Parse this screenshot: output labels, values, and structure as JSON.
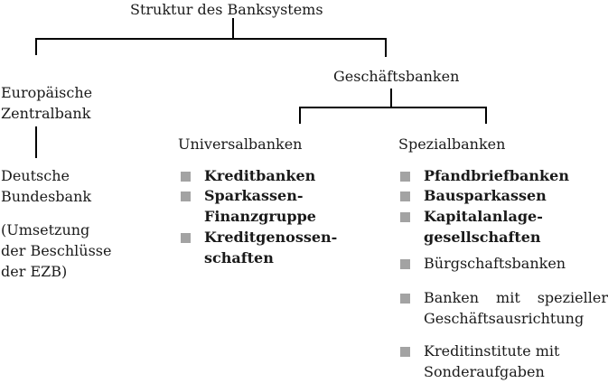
{
  "title": "Struktur des Banksystems",
  "left_branch": {
    "label_lines": [
      "Europäische",
      "Zentralbank"
    ],
    "sub_lines": [
      "Deutsche",
      "Bundesbank"
    ],
    "note_lines": [
      "(Umsetzung",
      "der Beschlüsse",
      "der EZB)"
    ]
  },
  "right_branch": {
    "label": "Geschäftsbanken",
    "universal": {
      "label": "Universalbanken",
      "items": [
        {
          "lines": [
            "Kreditbanken"
          ],
          "bold": true
        },
        {
          "lines": [
            "Sparkassen-",
            "Finanzgruppe"
          ],
          "bold": true
        },
        {
          "lines": [
            "Kreditgenossen-",
            "schaften"
          ],
          "bold": true
        }
      ]
    },
    "special": {
      "label": "Spezialbanken",
      "items": [
        {
          "lines": [
            "Pfandbriefbanken"
          ],
          "bold": true
        },
        {
          "lines": [
            "Bausparkassen"
          ],
          "bold": true
        },
        {
          "lines": [
            "Kapitalanlage-",
            "gesellschaften"
          ],
          "bold": true
        },
        {
          "lines": [
            "Bürgschaftsbanken"
          ],
          "bold": false
        },
        {
          "words": [
            "Banken",
            "mit",
            "spezieller"
          ],
          "lines": [
            "Geschäftsausrichtung"
          ],
          "bold": false
        },
        {
          "lines": [
            "Kreditinstitute mit",
            "Sonderaufgaben"
          ],
          "bold": false
        }
      ]
    }
  }
}
